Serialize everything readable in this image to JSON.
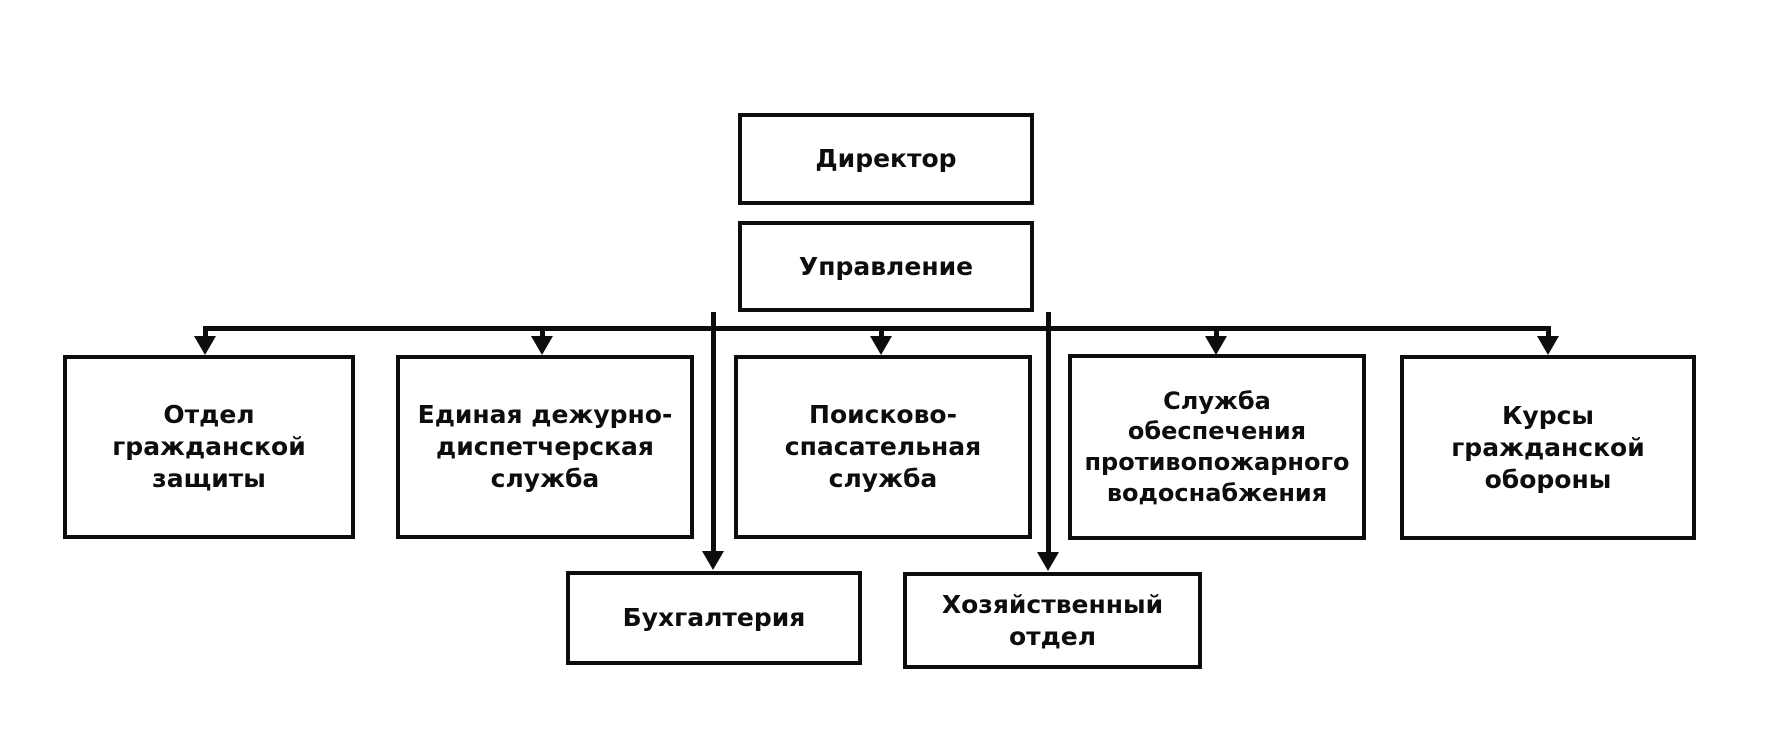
{
  "diagram": {
    "type": "organizational-chart",
    "title": "",
    "language": "ru",
    "colors": {
      "stroke": "#0d0d0d",
      "fill": "#ffffff",
      "text": "#0d0d0d",
      "background": "#ffffff"
    },
    "nodes": {
      "director": {
        "label": "Директор"
      },
      "management": {
        "label": "Управление"
      },
      "dept_civil_protection": {
        "label": "Отдел\nгражданской\nзащиты"
      },
      "dept_duty_dispatch": {
        "label": "Единая дежурно-\nдиспетчерская\nслужба"
      },
      "dept_search_rescue": {
        "label": "Поисково-\nспасательная\nслужба"
      },
      "dept_fire_water_supply": {
        "label": "Служба\nобеспечения\nпротивопожарного\nводоснабжения"
      },
      "dept_civil_defence_courses": {
        "label": "Курсы\nгражданской\nобороны"
      },
      "dept_accounting": {
        "label": "Бухгалтерия"
      },
      "dept_facilities": {
        "label": "Хозяйственный\nотдел"
      }
    },
    "edges": [
      {
        "from": "director",
        "to": "management"
      },
      {
        "from": "management",
        "to": "dept_civil_protection"
      },
      {
        "from": "management",
        "to": "dept_duty_dispatch"
      },
      {
        "from": "management",
        "to": "dept_search_rescue"
      },
      {
        "from": "management",
        "to": "dept_fire_water_supply"
      },
      {
        "from": "management",
        "to": "dept_civil_defence_courses"
      },
      {
        "from": "management",
        "to": "dept_accounting"
      },
      {
        "from": "management",
        "to": "dept_facilities"
      }
    ]
  }
}
